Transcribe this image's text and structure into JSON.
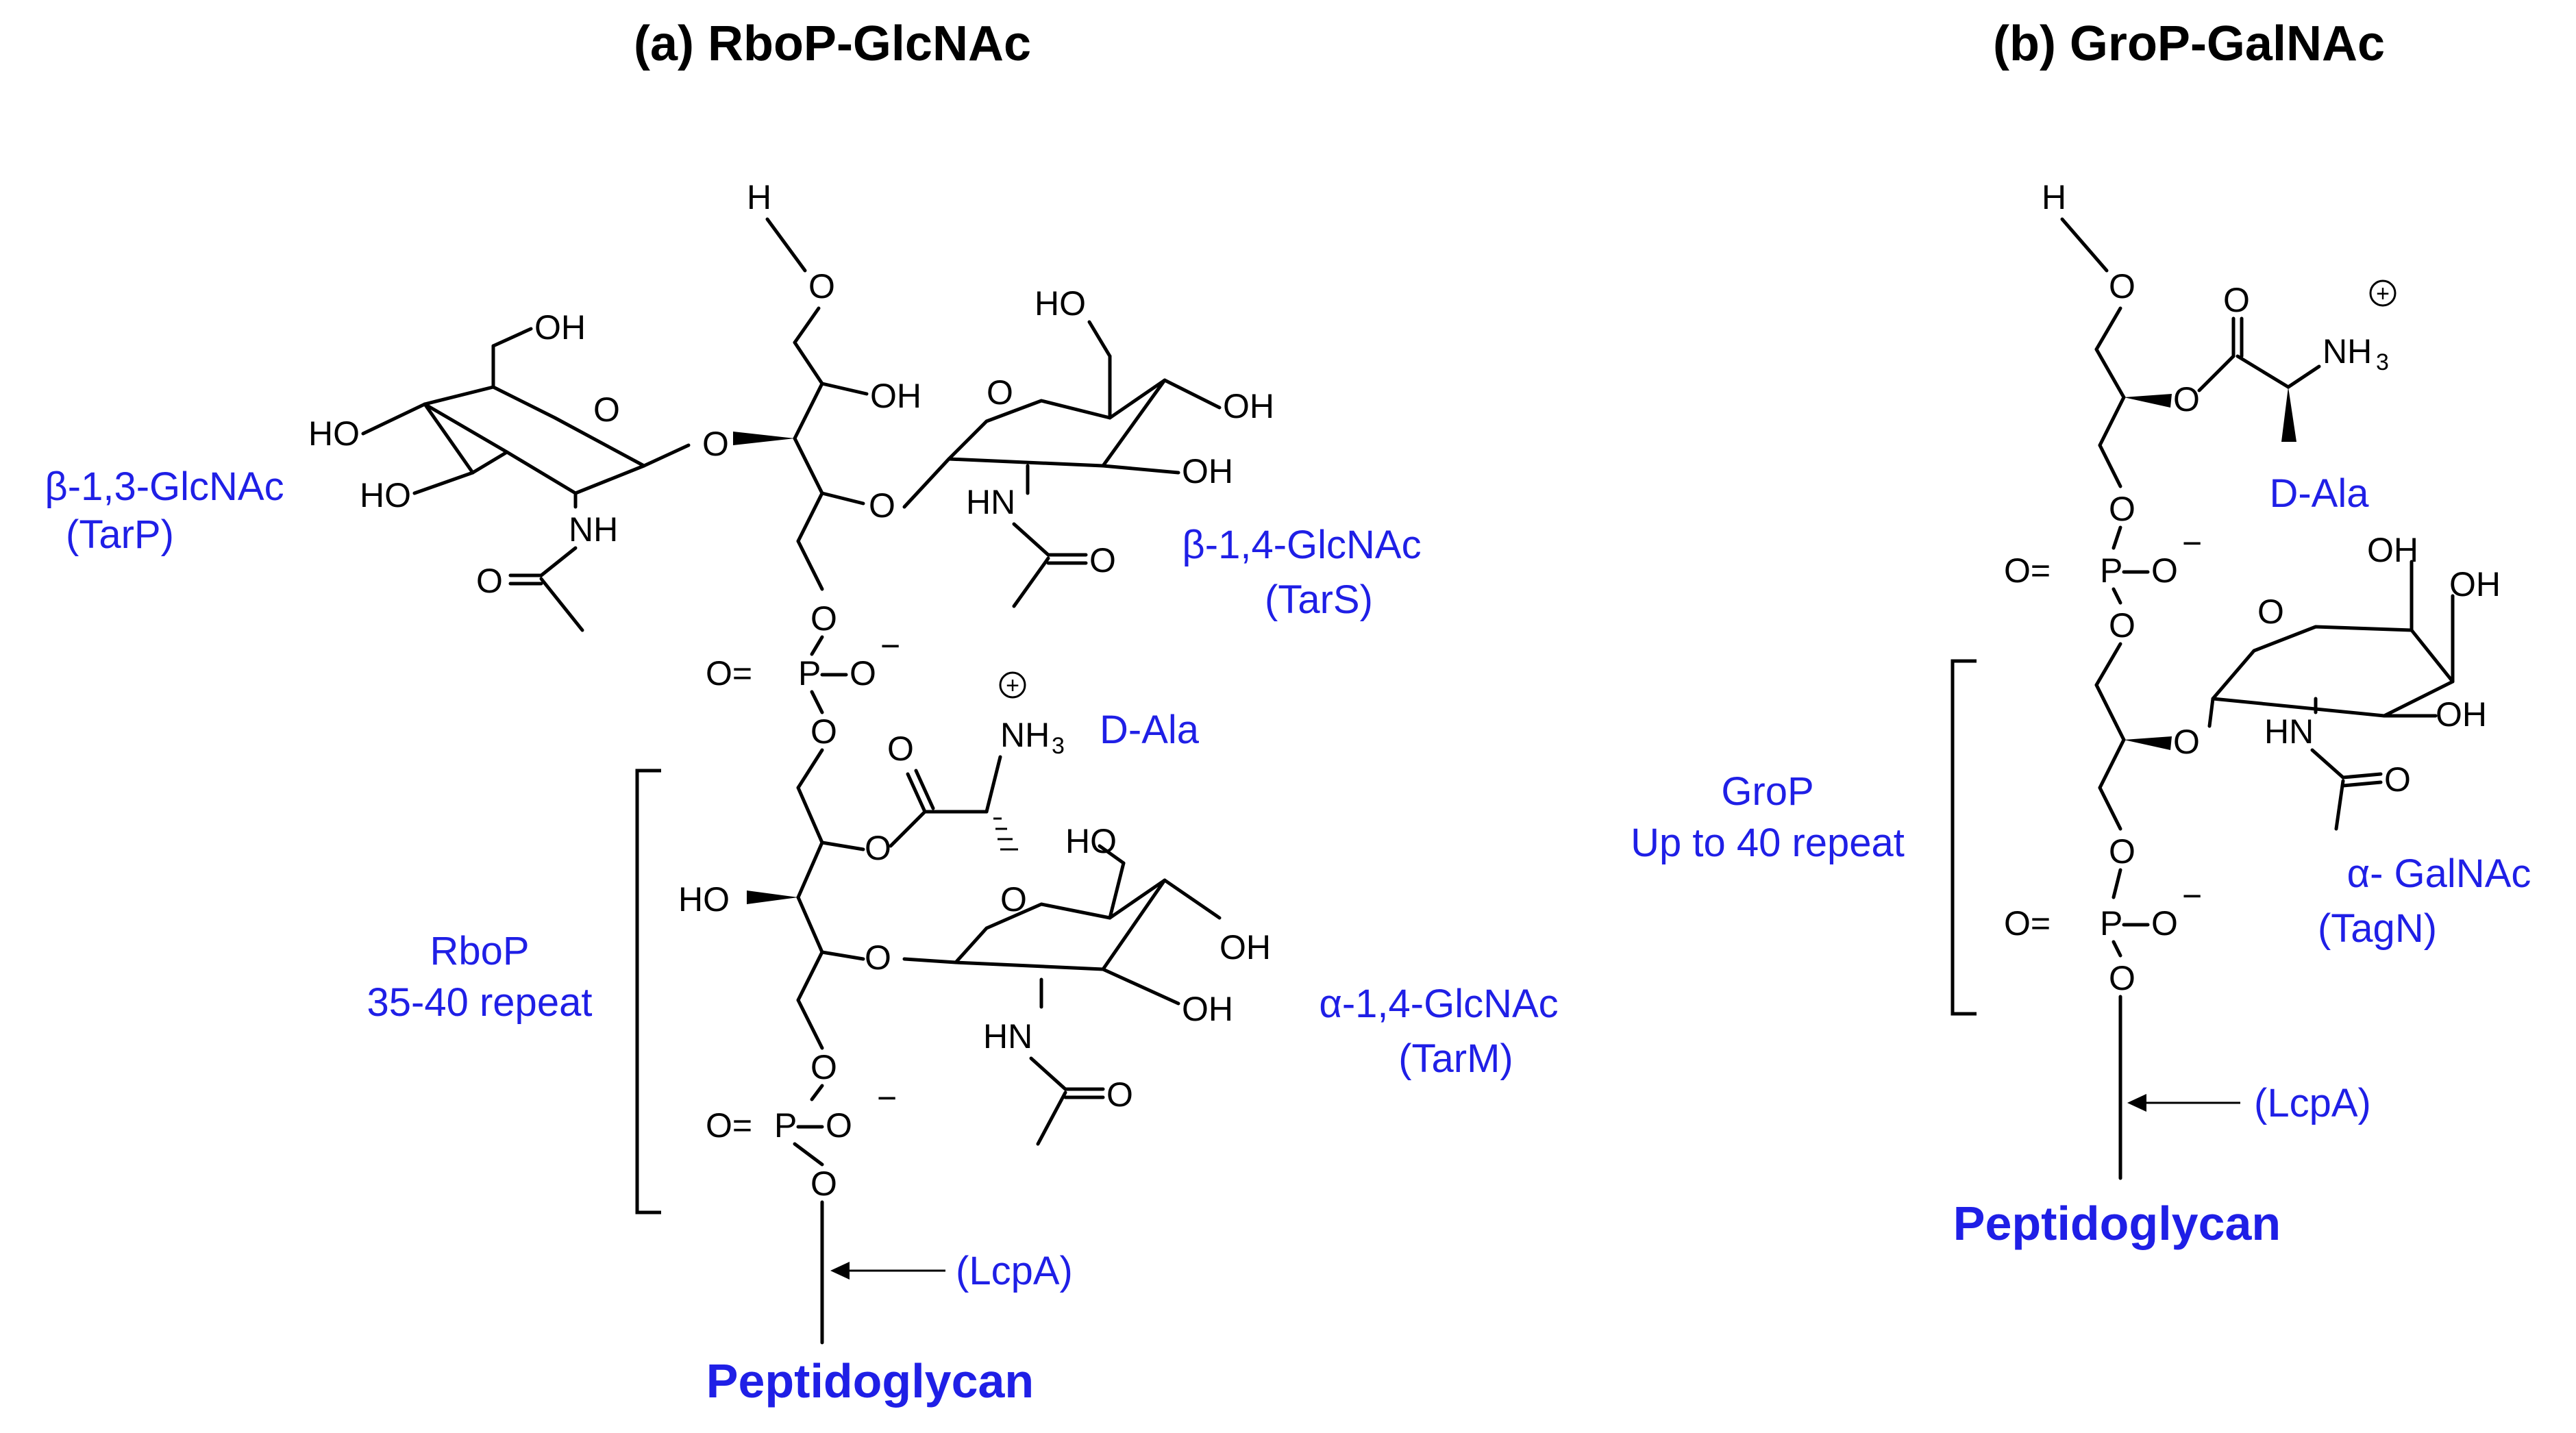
{
  "panel_a": {
    "title": "(a) RboP-GlcNAc",
    "beta13": "β-1,3-GlcNAc",
    "tarP": "(TarP)",
    "beta14": "β-1,4-GlcNAc",
    "tarS": "(TarS)",
    "dala": "D-Ala",
    "rbop": "RboP",
    "rbop_repeat": "35-40 repeat",
    "alpha14": "α-1,4-GlcNAc",
    "tarM": "(TarM)",
    "lcpa": "(LcpA)",
    "peptidoglycan": "Peptidoglycan"
  },
  "panel_b": {
    "title": "(b) GroP-GalNAc",
    "dala": "D-Ala",
    "grop": "GroP",
    "grop_repeat": "Up to 40 repeat",
    "alpha_galnac": "α- GalNAc",
    "tagN": "(TagN)",
    "lcpa": "(LcpA)",
    "peptidoglycan": "Peptidoglycan"
  },
  "atoms": {
    "H": "H",
    "O": "O",
    "OH": "OH",
    "HO": "HO",
    "NH": "NH",
    "HN": "HN",
    "NH3": "NH",
    "sub3": "3",
    "P": "P",
    "Oeq": "O=",
    "minus": "−",
    "plus": "+"
  },
  "colors": {
    "label": "#1f1fe6",
    "structure": "#000000"
  }
}
